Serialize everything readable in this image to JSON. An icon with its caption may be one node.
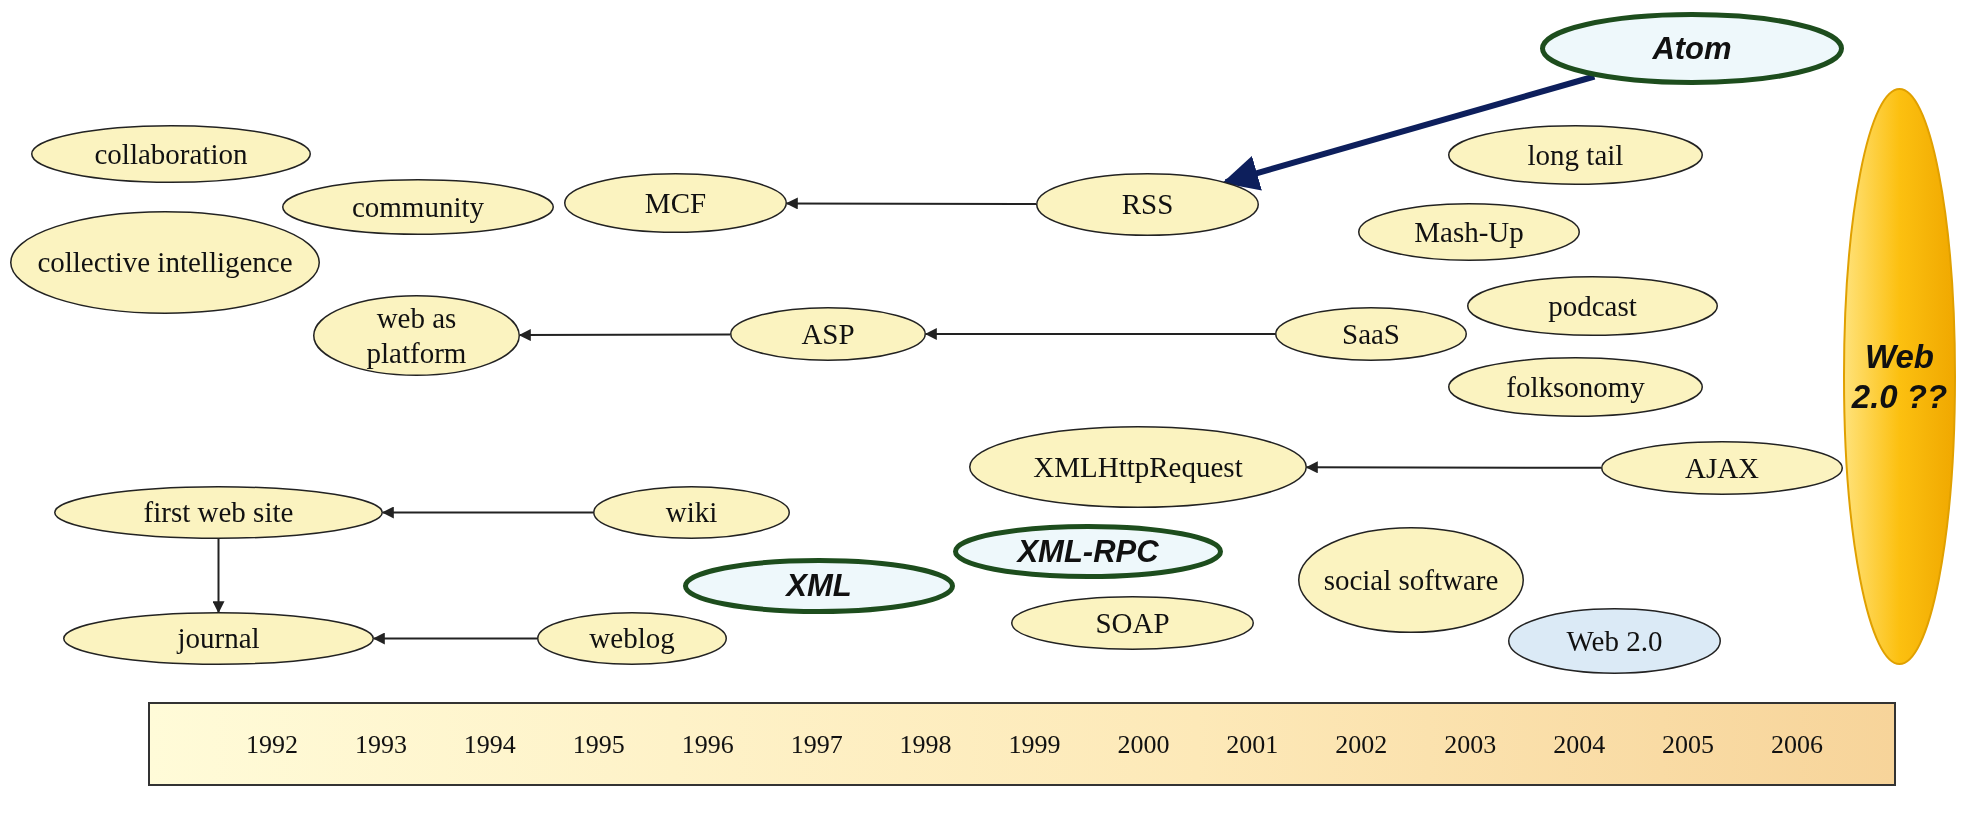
{
  "diagram": {
    "nodes": [
      {
        "text": [
          "Atom"
        ]
      },
      {
        "text": [
          "collaboration"
        ]
      },
      {
        "text": [
          "long tail"
        ]
      },
      {
        "text": [
          "community"
        ]
      },
      {
        "text": [
          "MCF"
        ]
      },
      {
        "text": [
          "RSS"
        ]
      },
      {
        "text": [
          "collective intelligence"
        ]
      },
      {
        "text": [
          "Mash-Up"
        ]
      },
      {
        "text": [
          "podcast"
        ]
      },
      {
        "text": [
          "web as platform"
        ]
      },
      {
        "text": [
          "ASP"
        ]
      },
      {
        "text": [
          "SaaS"
        ]
      },
      {
        "text": [
          "Web 2.0 ??"
        ]
      },
      {
        "text": [
          "folksonomy"
        ]
      },
      {
        "text": [
          "XMLHttpRequest"
        ]
      },
      {
        "text": [
          "AJAX"
        ]
      },
      {
        "text": [
          "first web site"
        ]
      },
      {
        "text": [
          "wiki"
        ]
      },
      {
        "text": [
          "XML-RPC"
        ]
      },
      {
        "text": [
          "social software"
        ]
      },
      {
        "text": [
          "XML"
        ]
      },
      {
        "text": [
          "SOAP"
        ]
      },
      {
        "text": [
          "journal"
        ]
      },
      {
        "text": [
          "weblog"
        ]
      },
      {
        "text": [
          "Web 2.0"
        ]
      }
    ],
    "edges": [
      {
        "from": 0,
        "to": 5,
        "arrow": "to",
        "style": "thick",
        "color": "#0d1f5c"
      },
      {
        "from": 5,
        "to": 4,
        "arrow": "to"
      },
      {
        "from": 11,
        "to": 10,
        "arrow": "to"
      },
      {
        "from": 10,
        "to": 9,
        "arrow": "to"
      },
      {
        "from": 15,
        "to": 14,
        "arrow": "to"
      },
      {
        "from": 17,
        "to": 16,
        "arrow": "to"
      },
      {
        "from": 16,
        "to": 22,
        "arrow": "to"
      },
      {
        "from": 23,
        "to": 22,
        "arrow": "to"
      }
    ],
    "labels": [
      "1992",
      "1993",
      "1994",
      "1995",
      "1996",
      "1997",
      "1998",
      "1999",
      "2000",
      "2001",
      "2002",
      "2003",
      "2004",
      "2005",
      "2006"
    ]
  }
}
